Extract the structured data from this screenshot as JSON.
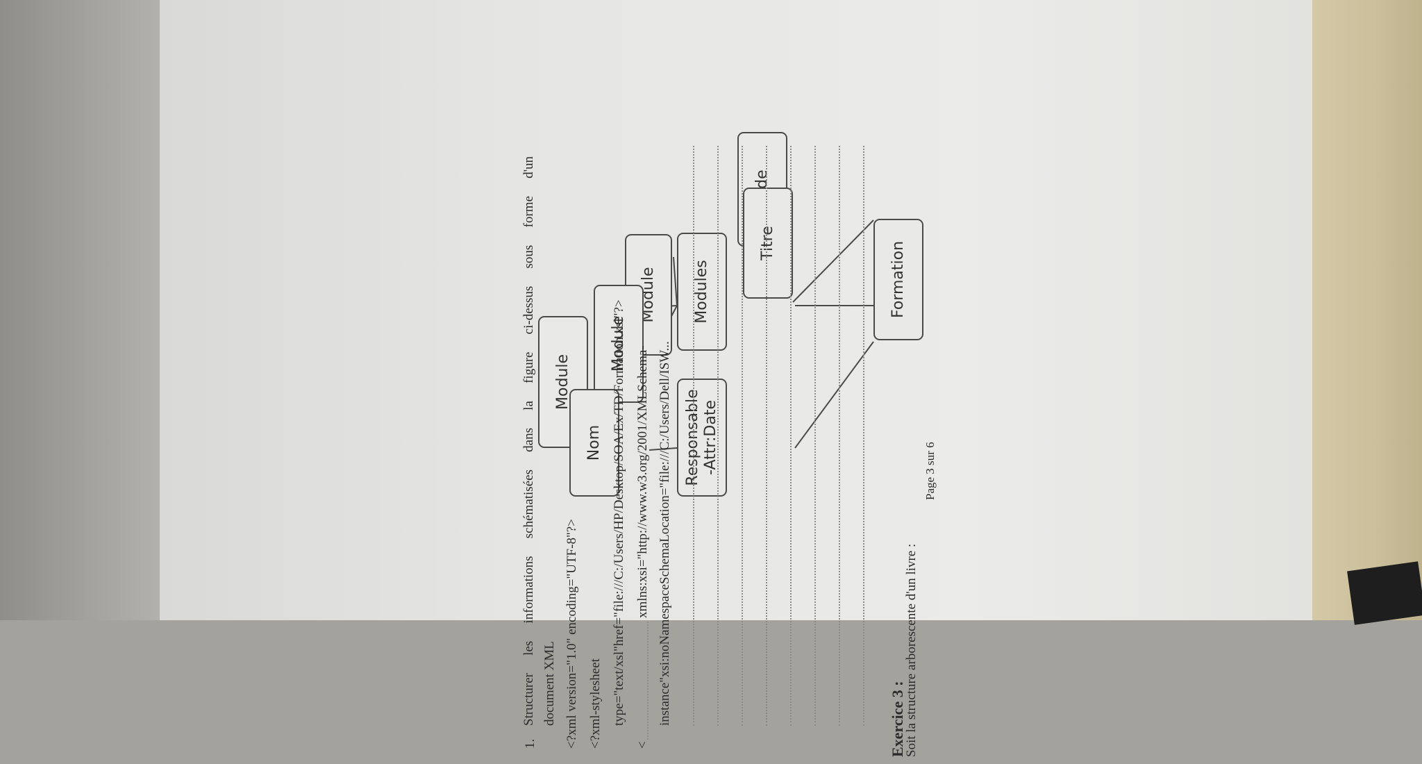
{
  "exercise": {
    "title": "Exercice 3 :",
    "intro": "Soit la structure arborescente d'un livre :"
  },
  "tree": {
    "nodes": {
      "formation": "Formation",
      "code": "Code",
      "titre": "Titre",
      "modules": "Modules",
      "responsable": "Responsable\n-Attr:Date",
      "module_a": "Module",
      "module_b": "Module",
      "module_c": "Module",
      "nom": "Nom"
    }
  },
  "question": {
    "number": "1.",
    "text_line1": "Structurer les informations schématisées dans la figure ci-dessus sous forme d'un",
    "text_line2": "document XML",
    "code_line1": "<?xml version=\"1.0\" encoding=\"UTF-8\"?>",
    "code_line2": "<?xml-stylesheet",
    "code_line3": "type=\"text/xsl\"href=\"file:///C:/Users/HP/Desktop/SOA/Ex/TD/Formation.xsl\"?>",
    "code_line4_prefix": "<",
    "code_line4_suffix": "xmlns:xsi=\"http://www.w3.org/2001/XMLSchema-",
    "code_line5": "instance\"xsi:noNamespaceSchemaLocation=\"file:///C:/Users/Dell/ISW..."
  },
  "footer": {
    "page": "Page 3 sur 6"
  }
}
